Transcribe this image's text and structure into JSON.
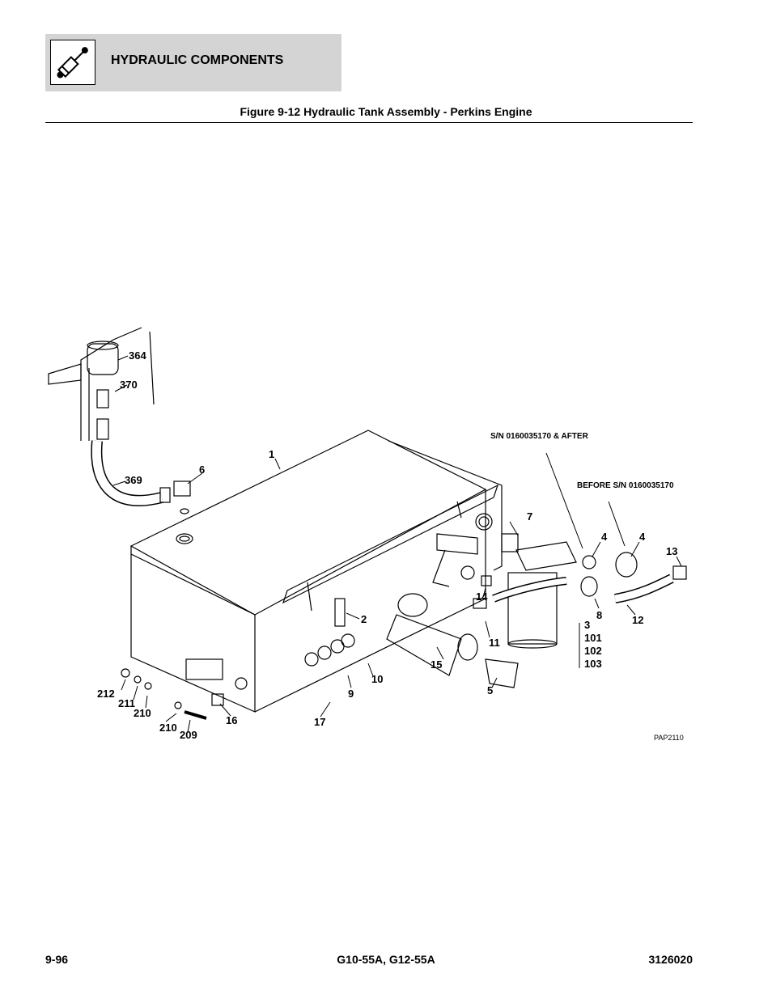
{
  "header": {
    "section_title": "HYDRAULIC COMPONENTS",
    "logo_icon": "hydraulic-cylinder-icon"
  },
  "figure": {
    "title": "Figure 9-12 Hydraulic Tank Assembly - Perkins Engine",
    "drawing_code": "PAP2110",
    "notes": {
      "after": "S/N 0160035170 & AFTER",
      "before": "BEFORE S/N 0160035170"
    },
    "callouts": [
      "364",
      "370",
      "369",
      "6",
      "1",
      "2",
      "7",
      "4",
      "4",
      "13",
      "14",
      "11",
      "8",
      "12",
      "3",
      "101",
      "102",
      "103",
      "15",
      "5",
      "10",
      "9",
      "17",
      "16",
      "212",
      "211",
      "210",
      "210",
      "209"
    ]
  },
  "footer": {
    "page": "9-96",
    "model": "G10-55A, G12-55A",
    "doc_number": "3126020"
  }
}
